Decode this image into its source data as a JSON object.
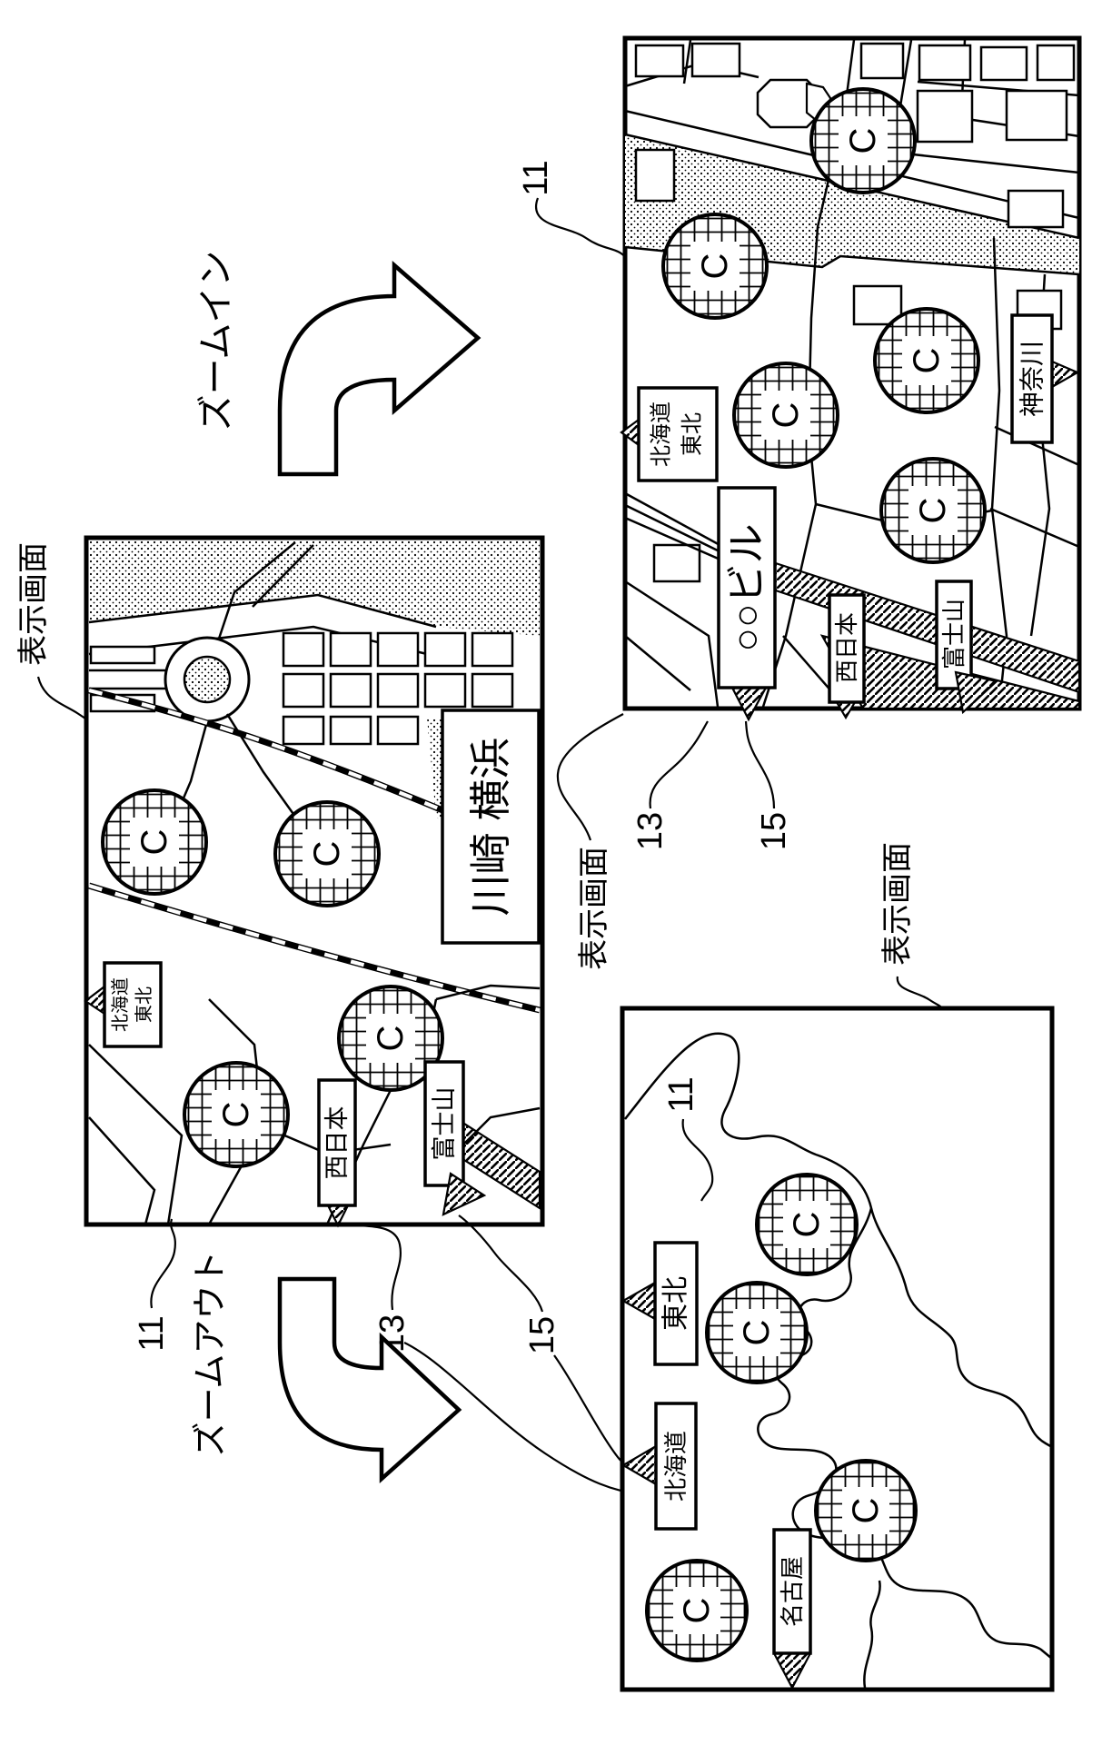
{
  "figure": {
    "annotations": {
      "display_screen": "表示画面",
      "zoom_in": "ズームイン",
      "zoom_out": "ズームアウト",
      "ref_screen": "11",
      "ref_place_label": "13",
      "ref_direction_marker": "15"
    },
    "poi_symbol": "C",
    "map_zoomed_in": {
      "region_line1": "北海道",
      "region_line2": "東北",
      "building_label": "○○ビル",
      "west_label": "西日本",
      "fuji_label": "富士山",
      "kanagawa_label": "神奈川"
    },
    "map_medium": {
      "region_line1": "北海道",
      "region_line2": "東北",
      "west_label": "西日本",
      "fuji_label": "富士山",
      "cities_label": "川崎 横浜"
    },
    "map_zoomed_out": {
      "tohoku_label": "東北",
      "hokkaido_label": "北海道",
      "nagoya_label": "名古屋"
    }
  }
}
